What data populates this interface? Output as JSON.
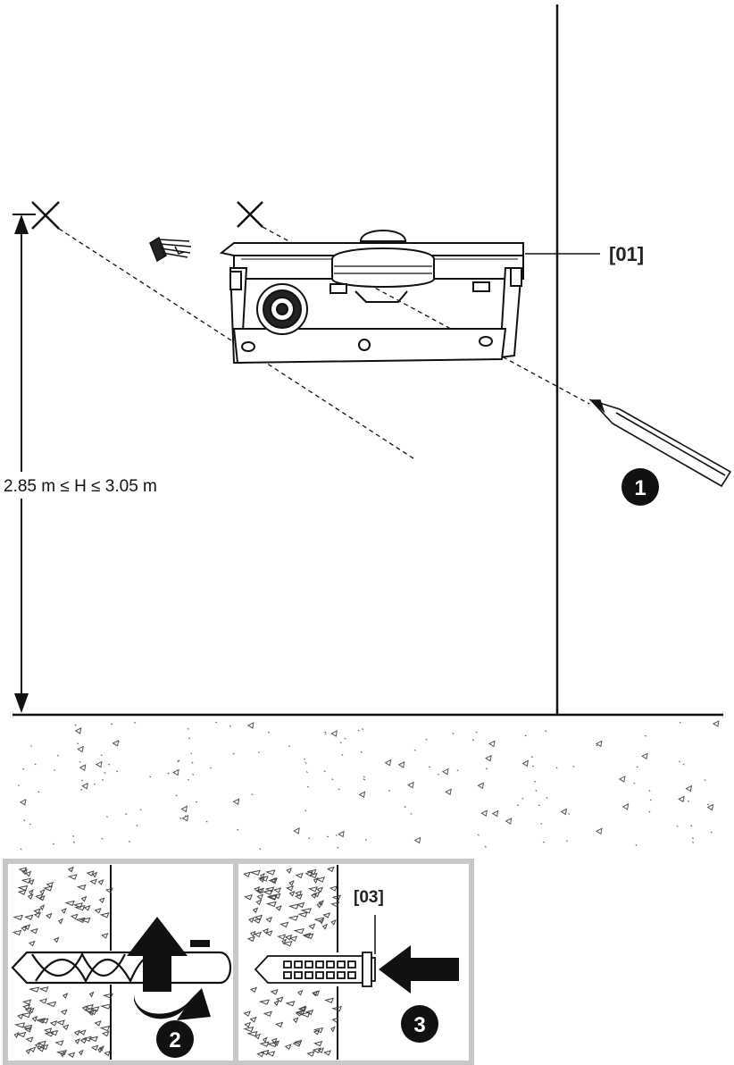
{
  "callouts": {
    "part_01": "[01]",
    "part_03": "[03]"
  },
  "dimension": {
    "height_range": "2.85 m ≤ H ≤ 3.05 m"
  },
  "steps": [
    "1",
    "2",
    "3"
  ],
  "colors": {
    "line": "#111111",
    "frame": "#c8c8c8",
    "concrete": "#444444"
  },
  "icons": [
    "mark-x-icon",
    "pencil-icon",
    "drill-bit-icon",
    "rotation-arrow-icon",
    "push-arrow-icon",
    "wall-plug-icon",
    "cable-connector-icon"
  ]
}
